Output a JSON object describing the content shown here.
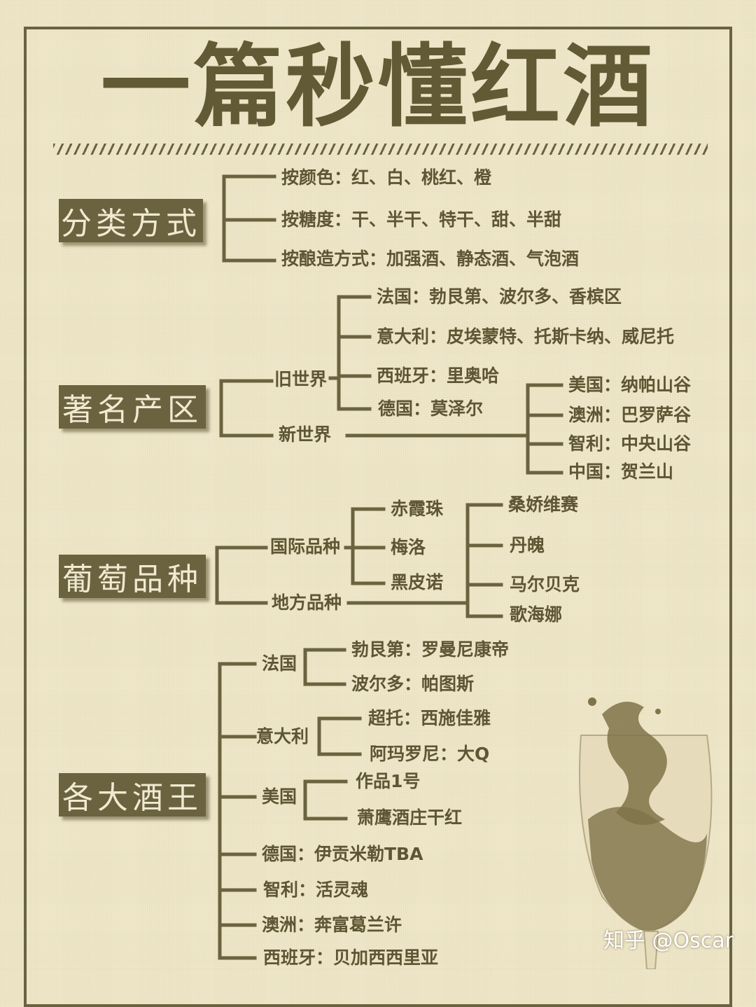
{
  "title": "一篇秒懂红酒",
  "sections": {
    "classification": {
      "label": "分类方式",
      "items": [
        "按颜色：红、白、桃红、橙",
        "按糖度：干、半干、特干、甜、半甜",
        "按酿造方式：加强酒、静态酒、气泡酒"
      ]
    },
    "regions": {
      "label": "著名产区",
      "old_world": "旧世界",
      "new_world": "新世界",
      "old_items": [
        "法国：勃艮第、波尔多、香槟区",
        "意大利：皮埃蒙特、托斯卡纳、威尼托",
        "西班牙：里奥哈",
        "德国：莫泽尔"
      ],
      "new_items": [
        "美国：纳帕山谷",
        "澳洲：巴罗萨谷",
        "智利：中央山谷",
        "中国：贺兰山"
      ]
    },
    "grapes": {
      "label": "葡萄品种",
      "international": "国际品种",
      "local": "地方品种",
      "intl_items": [
        "赤霞珠",
        "梅洛",
        "黑皮诺"
      ],
      "local_items": [
        "桑娇维赛",
        "丹魄",
        "马尔贝克",
        "歌海娜"
      ]
    },
    "kings": {
      "label": "各大酒王",
      "france": {
        "label": "法国",
        "items": [
          "勃艮第：罗曼尼康帝",
          "波尔多：帕图斯"
        ]
      },
      "italy": {
        "label": "意大利",
        "items": [
          "超托：西施佳雅",
          "阿玛罗尼：大Q"
        ]
      },
      "usa": {
        "label": "美国",
        "items": [
          "作品1号",
          "萧鹰酒庄干红"
        ]
      },
      "others": [
        "德国：伊贡米勒TBA",
        "智利：活灵魂",
        "澳洲：奔富葛兰许",
        "西班牙：贝加西西里亚"
      ]
    }
  },
  "watermark": "知乎 @Oscar",
  "colors": {
    "background": "#efe7c9",
    "ink": "#6b6240",
    "label_bg": "#6b6240",
    "label_text": "#f1ead1"
  }
}
